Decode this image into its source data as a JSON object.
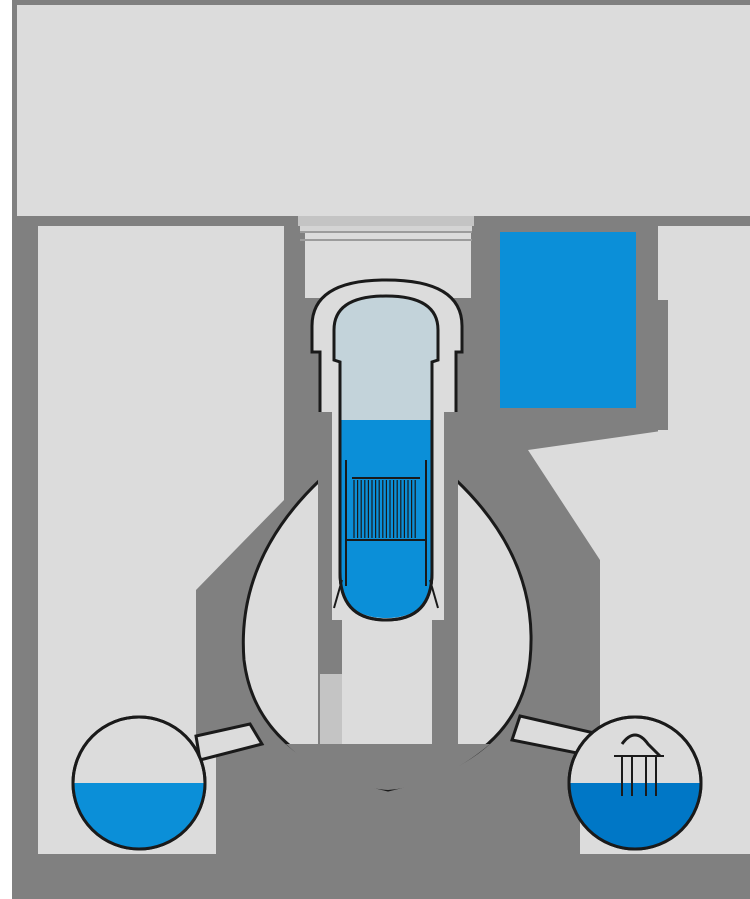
{
  "colors": {
    "background": "#ffffff",
    "concrete": "#808080",
    "open_space": "#dcdcdc",
    "vessel_top": "#c3d3da",
    "water": "#0b8fd8",
    "pool_water": "#0077c6",
    "light_grey": "#c4c4c4",
    "outline": "#1a1a1a"
  },
  "components": [
    {
      "id": "reactor-building-upper-hall",
      "kind": "space"
    },
    {
      "id": "containment-vessel",
      "kind": "structure"
    },
    {
      "id": "reactor-pressure-vessel",
      "kind": "structure"
    },
    {
      "id": "reactor-core",
      "kind": "structure"
    },
    {
      "id": "isolation-condenser-pool",
      "kind": "water"
    },
    {
      "id": "left-suppression-torus",
      "kind": "water"
    },
    {
      "id": "right-suppression-torus",
      "kind": "water"
    },
    {
      "id": "vent-pipes",
      "kind": "structure"
    }
  ]
}
